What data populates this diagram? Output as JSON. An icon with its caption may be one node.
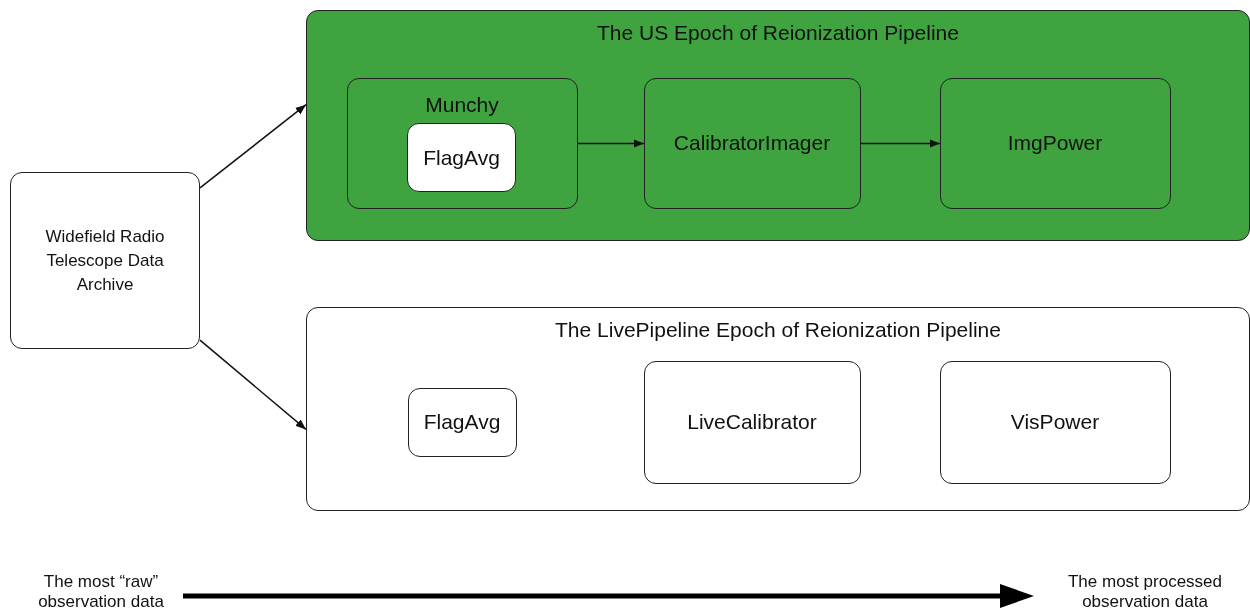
{
  "diagram": {
    "nodes": [
      {
        "text": [
          "Widefield Radio Telescope Data Archive"
        ]
      },
      {
        "text": [
          "The US Epoch of Reionization Pipeline"
        ]
      },
      {
        "text": [
          "Munchy"
        ],
        "in": 1
      },
      {
        "text": [
          "FlagAvg"
        ],
        "in": 2
      },
      {
        "text": [
          "CalibratorImager"
        ],
        "in": 1
      },
      {
        "text": [
          "ImgPower"
        ],
        "in": 1
      },
      {
        "text": [
          "The LivePipeline Epoch of Reionization Pipeline"
        ]
      },
      {
        "text": [
          "FlagAvg"
        ],
        "in": 6
      },
      {
        "text": [
          "LiveCalibrator"
        ],
        "in": 6
      },
      {
        "text": [
          "VisPower"
        ],
        "in": 6
      }
    ],
    "edges": [
      {
        "from": 0,
        "to": 1,
        "arrow": "to"
      },
      {
        "from": 0,
        "to": 6,
        "arrow": "to"
      },
      {
        "from": 2,
        "to": 4,
        "arrow": "to"
      },
      {
        "from": 4,
        "to": 5,
        "arrow": "to"
      }
    ],
    "labels": [
      "The most “raw” observation data",
      "The most processed observation data"
    ]
  }
}
